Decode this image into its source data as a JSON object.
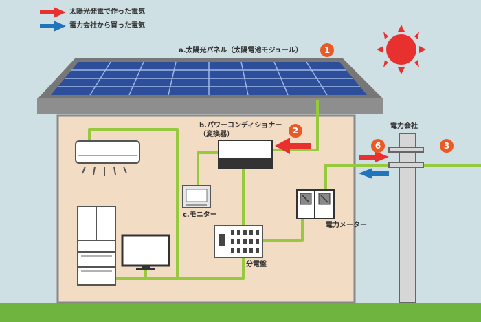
{
  "legend": {
    "solar_power": "太陽光発電で作った電気",
    "purchased_power": "電力会社から買った電気"
  },
  "labels": {
    "solar_panel": "a.太陽光パネル（太陽電池モジュール）",
    "power_conditioner": "b.パワーコンディショナー",
    "power_conditioner_sub": "（変換器）",
    "monitor": "c.モニター",
    "distribution_board": "分電盤",
    "power_meter": "電力メーター",
    "power_company": "電力会社"
  },
  "badges": {
    "b1": "1",
    "b2": "2",
    "b3": "3",
    "b6": "6"
  },
  "colors": {
    "solar_arrow": "#e8312f",
    "purchase_arrow": "#1f74bb",
    "wire": "#96c93d",
    "badge": "#ea5a26",
    "sun": "#e8312f"
  }
}
